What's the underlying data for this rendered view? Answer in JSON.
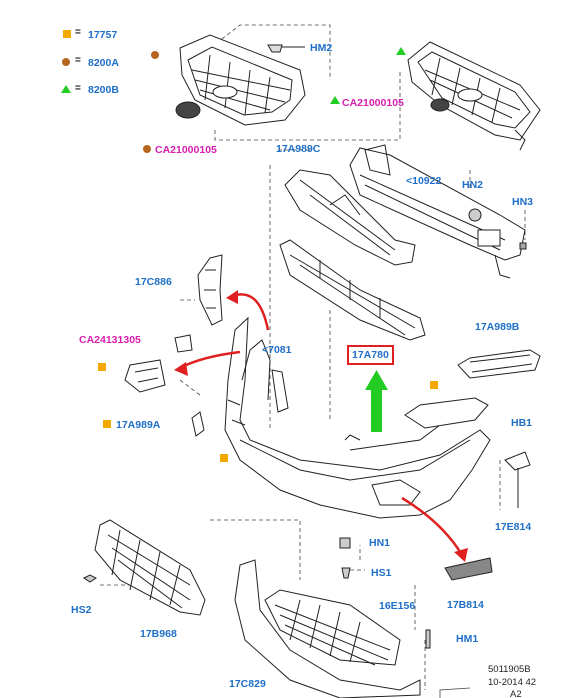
{
  "legend": [
    {
      "symbol": "square",
      "color": "#f5a800",
      "eq": "=",
      "value": "17757"
    },
    {
      "symbol": "circle",
      "color": "#b5651d",
      "eq": "=",
      "value": "8200A"
    },
    {
      "symbol": "triangle",
      "color": "#22cc22",
      "eq": "=",
      "value": "8200B"
    }
  ],
  "labels": {
    "hm2": "HM2",
    "ca21000105_top": "CA21000105",
    "ca21000105_left": "CA21000105",
    "p17a989c": "17A989C",
    "p10922": "<10922",
    "hn2": "HN2",
    "hn3": "HN3",
    "p17c886": "17C886",
    "ca24131305": "CA24131305",
    "p7081": "<7081",
    "p17a780": "17A780",
    "p17a989b": "17A989B",
    "p17a989a": "17A989A",
    "hb1": "HB1",
    "p17e814": "17E814",
    "hn1": "HN1",
    "hs1": "HS1",
    "hs2": "HS2",
    "p17b968": "17B968",
    "p16e156": "16E156",
    "p17b814": "17B814",
    "hm1": "HM1",
    "p17c829": "17C829"
  },
  "footer": {
    "line1": "5011905B",
    "line2": "10-2014 42",
    "line3": "A2"
  },
  "colors": {
    "part_label": "#1e6fc8",
    "special_label": "#d81fb0",
    "highlight_box": "#e02020",
    "arrow_red": "#e02020",
    "arrow_green": "#22cc22",
    "marker_square": "#f5a800",
    "marker_circle": "#b5651d",
    "marker_triangle": "#22cc22"
  }
}
